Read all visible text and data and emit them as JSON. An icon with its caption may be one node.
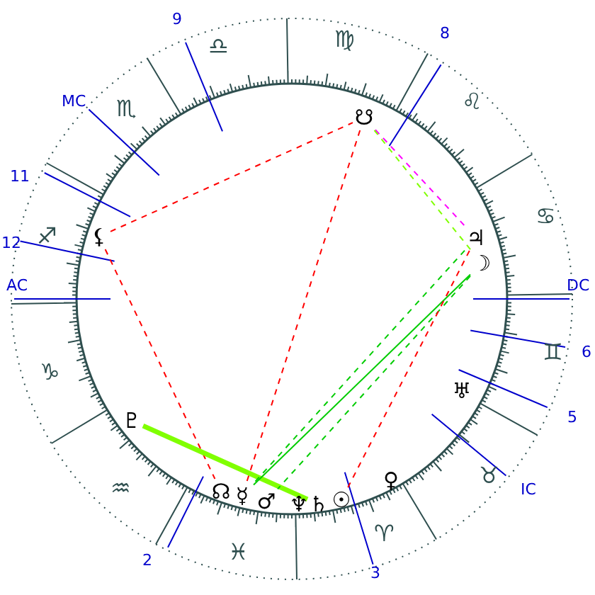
{
  "diagram": {
    "nodes": [
      {
        "text": [
          "⚸"
        ]
      },
      {
        "text": [
          "☋"
        ]
      },
      {
        "text": [
          "♃"
        ]
      },
      {
        "text": [
          "☽"
        ]
      },
      {
        "text": [
          "♅"
        ]
      },
      {
        "text": [
          "♀"
        ]
      },
      {
        "text": [
          "☉"
        ]
      },
      {
        "text": [
          "♄"
        ]
      },
      {
        "text": [
          "♆"
        ]
      },
      {
        "text": [
          "♂"
        ]
      },
      {
        "text": [
          "☿"
        ]
      },
      {
        "text": [
          "☊"
        ]
      },
      {
        "text": [
          "♇"
        ]
      }
    ],
    "edges": [
      {
        "from": 0,
        "to": 1,
        "arrow": "none",
        "style": "dashed"
      },
      {
        "from": 0,
        "to": 11,
        "arrow": "none",
        "style": "dashed"
      },
      {
        "from": 1,
        "to": 10,
        "arrow": "none",
        "style": "dashed"
      },
      {
        "from": 1,
        "to": 2,
        "arrow": "none",
        "style": "dashed",
        "color": "#ff00ff"
      },
      {
        "from": 1,
        "to": 3,
        "arrow": "none",
        "style": "dashed",
        "color": "#80ff00"
      },
      {
        "from": 12,
        "to": 7,
        "arrow": "none",
        "style": "thick",
        "color": "#80ff00"
      },
      {
        "from": 3,
        "to": 10,
        "arrow": "none",
        "color": "#00cc00"
      },
      {
        "from": 2,
        "to": 10,
        "arrow": "none",
        "style": "dashed",
        "color": "#00cc00"
      },
      {
        "from": 3,
        "to": 9,
        "arrow": "none",
        "style": "dashed",
        "color": "#00cc00"
      },
      {
        "from": 2,
        "to": 6,
        "arrow": "none",
        "style": "dashed"
      }
    ],
    "labels": [
      "9",
      "8",
      "♍",
      "♎",
      "♌",
      "MC",
      "♏",
      "11",
      "♋",
      "♐",
      "12",
      "AC",
      "DC",
      "♊",
      "6",
      "♑",
      "5",
      "♉",
      "♒",
      "IC",
      "♈",
      "♓",
      "2",
      "3"
    ]
  }
}
